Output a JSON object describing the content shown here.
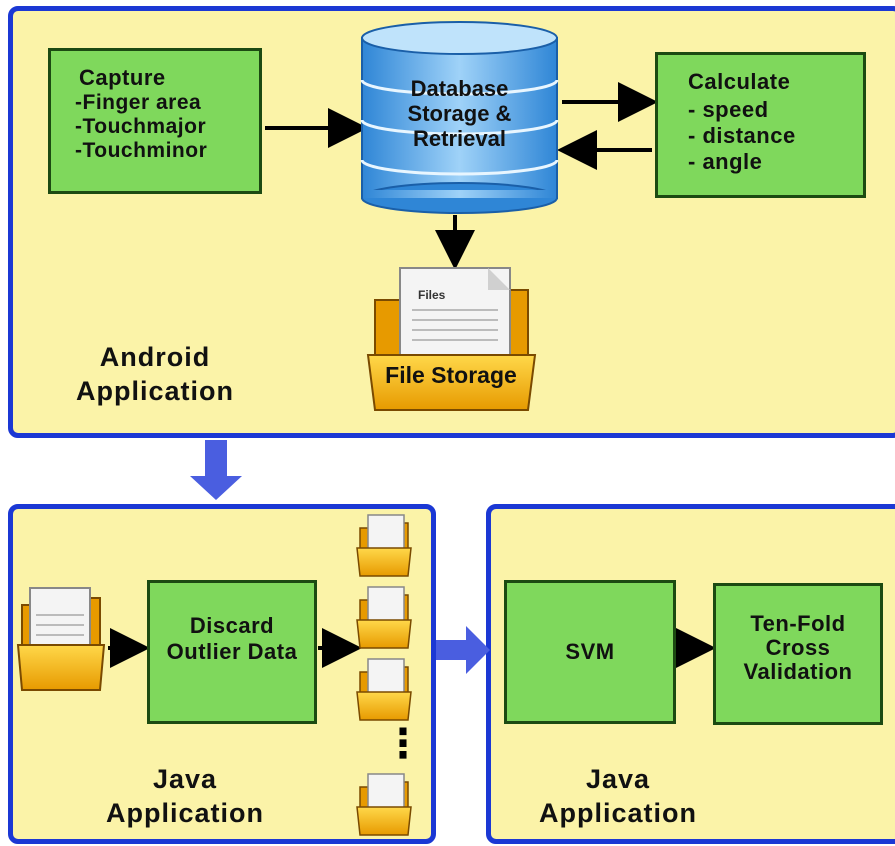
{
  "top_panel": {
    "capture": {
      "title": "Capture",
      "items": [
        "-Finger area",
        "-Touchmajor",
        "-Touchminor"
      ]
    },
    "database": {
      "lines": [
        "Database",
        "Storage &",
        "Retrieval"
      ]
    },
    "calculate": {
      "title": "Calculate",
      "items": [
        "- speed",
        "- distance",
        "- angle"
      ]
    },
    "file_storage": {
      "label": "File Storage",
      "doc_title": "Files"
    },
    "label_lines": [
      "Android",
      "Application"
    ]
  },
  "bottom_left": {
    "discard": {
      "lines": [
        "Discard",
        "Outlier Data"
      ]
    },
    "ellipsis": "⋮",
    "label_lines": [
      "Java",
      "Application"
    ]
  },
  "bottom_right": {
    "svm": {
      "label": "SVM"
    },
    "tenfold": {
      "lines": [
        "Ten-Fold",
        "Cross",
        "Validation"
      ]
    },
    "label_lines": [
      "Java",
      "Application"
    ]
  },
  "colors": {
    "panel_border": "#1b38d4",
    "panel_fill": "#fbf3a8",
    "box_fill": "#7fd85c",
    "db_blue": "#5aa6e6",
    "folder_yellow": "#f5b400"
  }
}
